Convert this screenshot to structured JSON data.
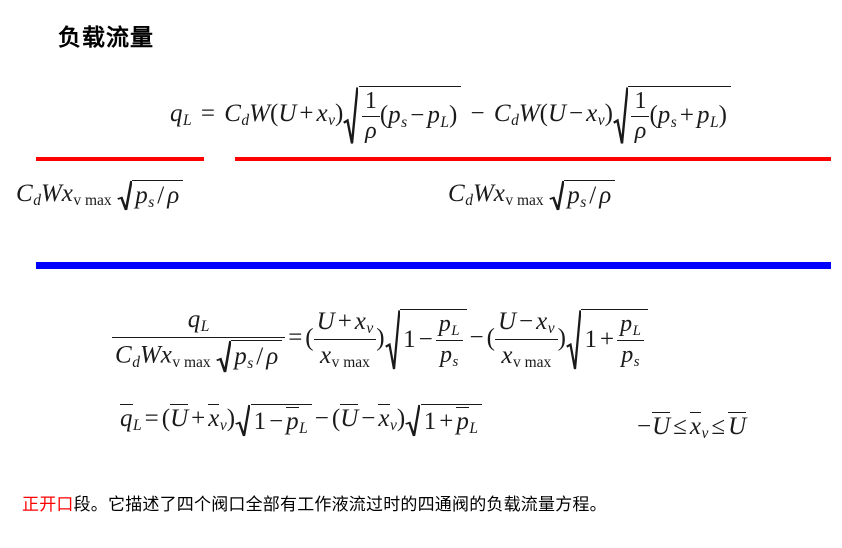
{
  "slide": {
    "title": "负载流量",
    "caption": {
      "highlight": "正开口",
      "rest": "段。它描述了四个阀口全部有工作液流过时的四通阀的负载流量方程。"
    },
    "colors": {
      "rule_red": "#ff0000",
      "rule_blue": "#0000ff",
      "text": "#000000",
      "highlight": "#ff0000"
    }
  },
  "equation1": {
    "lhs_var": "q",
    "lhs_sub": "L",
    "equals": "=",
    "term1": {
      "coef_c": "C",
      "coef_c_sub": "d",
      "coef_w": "W",
      "open": "(",
      "u": "U",
      "op": "+",
      "x": "x",
      "x_sub": "v",
      "close": ")",
      "radicand_frac_num": "1",
      "radicand_frac_den": "ρ",
      "radicand_open": "(",
      "p_s": "p",
      "p_s_sub": "s",
      "radicand_op": "−",
      "p_l": "p",
      "p_l_sub": "L",
      "radicand_close": ")"
    },
    "middle_op": "−",
    "term2": {
      "coef_c": "C",
      "coef_c_sub": "d",
      "coef_w": "W",
      "open": "(",
      "u": "U",
      "op": "−",
      "x": "x",
      "x_sub": "v",
      "close": ")",
      "radicand_frac_num": "1",
      "radicand_frac_den": "ρ",
      "radicand_open": "(",
      "p_s": "p",
      "p_s_sub": "s",
      "radicand_op": "+",
      "p_l": "p",
      "p_l_sub": "L",
      "radicand_close": ")"
    }
  },
  "denominator_left": {
    "coef_c": "C",
    "coef_c_sub": "d",
    "coef_w": "W",
    "x": "x",
    "x_sub": "v max",
    "p": "p",
    "p_sub": "s",
    "slash": "/",
    "rho": "ρ"
  },
  "denominator_right": {
    "coef_c": "C",
    "coef_c_sub": "d",
    "coef_w": "W",
    "x": "x",
    "x_sub": "v max",
    "p": "p",
    "p_sub": "s",
    "slash": "/",
    "rho": "ρ"
  },
  "equation2": {
    "lhs_num_var": "q",
    "lhs_num_sub": "L",
    "lhs_den_c": "C",
    "lhs_den_c_sub": "d",
    "lhs_den_w": "W",
    "lhs_den_x": "x",
    "lhs_den_x_sub": "v max",
    "lhs_den_p": "p",
    "lhs_den_p_sub": "s",
    "lhs_den_slash": "/",
    "lhs_den_rho": "ρ",
    "equals": "=",
    "term1": {
      "open": "(",
      "num_u": "U",
      "num_op": "+",
      "num_x": "x",
      "num_x_sub": "v",
      "den_x": "x",
      "den_x_sub": "v max",
      "close": ")",
      "rad_one": "1",
      "rad_op": "−",
      "rad_num_p": "p",
      "rad_num_sub": "L",
      "rad_den_p": "p",
      "rad_den_sub": "s"
    },
    "middle_op": "−",
    "term2": {
      "open": "(",
      "num_u": "U",
      "num_op": "−",
      "num_x": "x",
      "num_x_sub": "v",
      "den_x": "x",
      "den_x_sub": "v max",
      "close": ")",
      "rad_one": "1",
      "rad_op": "+",
      "rad_num_p": "p",
      "rad_num_sub": "L",
      "rad_den_p": "p",
      "rad_den_sub": "s"
    }
  },
  "equation3": {
    "lhs_q": "q",
    "lhs_sub": "L",
    "equals": "=",
    "t1_open": "(",
    "t1_u": "U",
    "t1_op": "+",
    "t1_x": "x",
    "t1_x_sub": "v",
    "t1_close": ")",
    "t1_rad_one": "1",
    "t1_rad_op": "−",
    "t1_rad_p": "p",
    "t1_rad_p_sub": "L",
    "middle_op": "−",
    "t2_open": "(",
    "t2_u": "U",
    "t2_op": "−",
    "t2_x": "x",
    "t2_x_sub": "v",
    "t2_close": ")",
    "t2_rad_one": "1",
    "t2_rad_op": "+",
    "t2_rad_p": "p",
    "t2_rad_p_sub": "L"
  },
  "condition3": {
    "neg": "−",
    "u_left": "U",
    "le1": "≤",
    "x": "x",
    "x_sub": "v",
    "le2": "≤",
    "u_right": "U"
  }
}
